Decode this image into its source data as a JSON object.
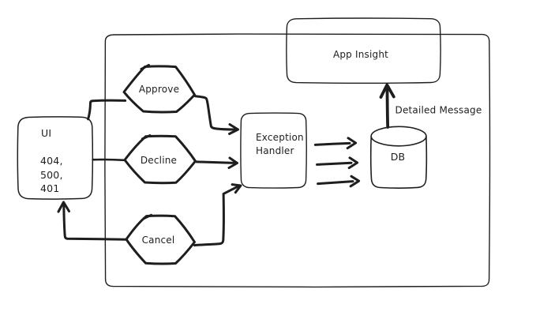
{
  "diagram": {
    "background_color": "#ffffff",
    "stroke_color": "#1e1e1e",
    "nodes": {
      "ui": {
        "title": "UI",
        "codes": [
          "404,",
          "500,",
          "401"
        ]
      },
      "approve": {
        "label": "Approve"
      },
      "decline": {
        "label": "Decline"
      },
      "cancel": {
        "label": "Cancel"
      },
      "exception_handler": {
        "lines": [
          "Exception",
          "Handler"
        ]
      },
      "db": {
        "label": "DB"
      },
      "app_insight": {
        "label": "App Insight"
      }
    },
    "edge_labels": {
      "db_to_app_insight": "Detailed Message"
    }
  }
}
